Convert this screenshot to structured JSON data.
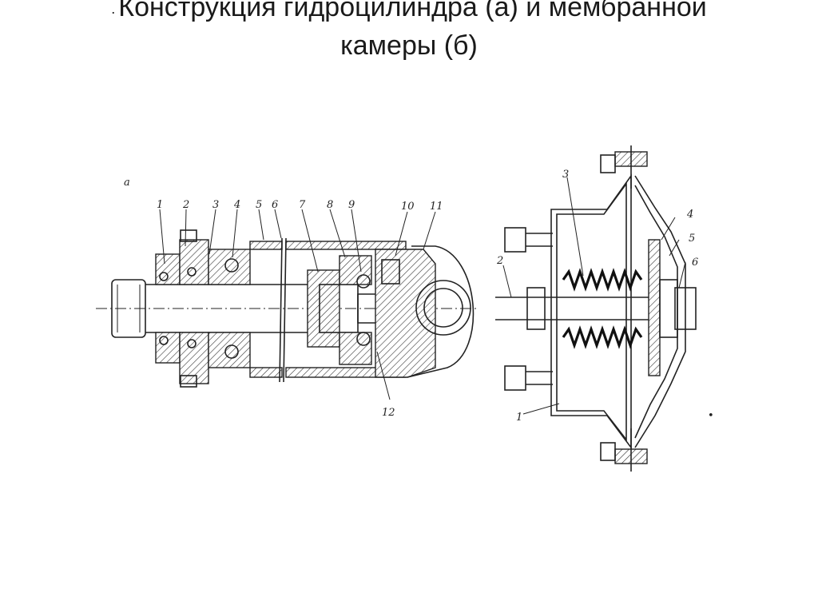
{
  "title": {
    "lead": ".",
    "line1": "Конструкция гидроцилиндра (а) и мембранной",
    "line2": "камеры (б)"
  },
  "figure": {
    "view_a_label": "а",
    "cylinder_labels": [
      "1",
      "2",
      "3",
      "4",
      "5",
      "6",
      "7",
      "8",
      "9",
      "10",
      "11",
      "12"
    ],
    "chamber_labels": [
      "1",
      "2",
      "3",
      "4",
      "5",
      "6"
    ],
    "stray_mark": "•"
  }
}
